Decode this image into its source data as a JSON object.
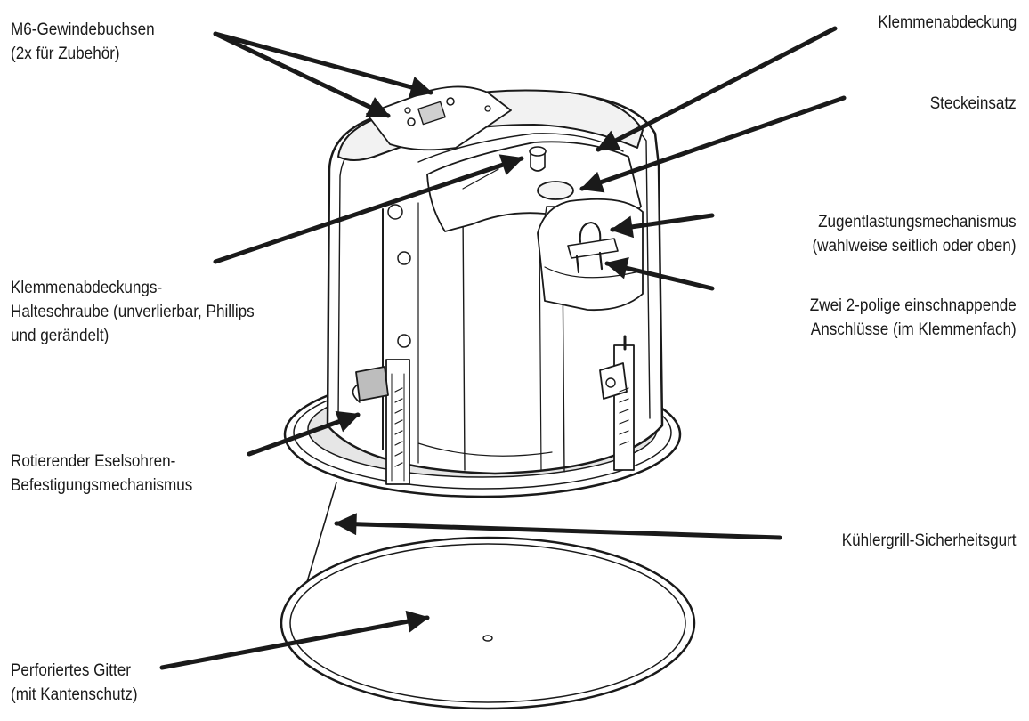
{
  "labels": {
    "m6_sockets": [
      "M6-Gewindebuchsen",
      "(2x für Zubehör)"
    ],
    "terminal_cover": [
      "Klemmenabdeckung"
    ],
    "plug_insert": [
      "Steckeinsatz"
    ],
    "strain_relief": [
      "Zugentlastungsmechanismus",
      "(wahlweise seitlich oder oben)"
    ],
    "cover_screw": [
      "Klemmenabdeckungs-",
      "Halteschraube (unverlierbar, Phillips",
      "und gerändelt)"
    ],
    "connectors": [
      "Zwei 2-polige einschnappende",
      "Anschlüsse (im Klemmenfach)"
    ],
    "dogear": [
      "Rotierender Eselsohren-",
      "Befestigungsmechanismus"
    ],
    "grille_strap": [
      "Kühlergrill-Sicherheitsgurt"
    ],
    "grille": [
      "Perforiertes Gitter",
      "(mit Kantenschutz)"
    ]
  },
  "colors": {
    "line": "#1a1a1a",
    "fill": "#ffffff",
    "shade": "#d9d9d9"
  }
}
